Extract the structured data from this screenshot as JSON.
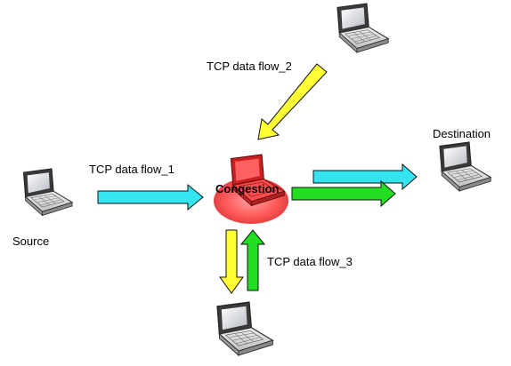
{
  "nodes": {
    "source": "Source",
    "destination": "Destination",
    "congestion": "Congestion"
  },
  "flows": {
    "flow1": "TCP data flow_1",
    "flow2": "TCP data flow_2",
    "flow3": "TCP data flow_3"
  },
  "colors": {
    "cyan": "#33e5f0",
    "yellow": "#ffff33",
    "green": "#22dd22",
    "red": "#ff3333"
  }
}
